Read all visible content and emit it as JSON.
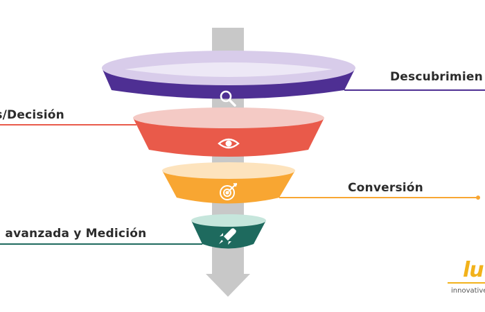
{
  "stages": [
    {
      "label": "Descubrimien",
      "color": "#4e2f93",
      "rim_color": "#d8ccea",
      "icon": "search-icon"
    },
    {
      "label": "rés/Decisión",
      "color": "#e95a4a",
      "rim_color": "#f4cac5",
      "icon": "eye-icon"
    },
    {
      "label": "Conversión",
      "color": "#f8a632",
      "rim_color": "#fde3bd",
      "icon": "target-icon"
    },
    {
      "label": "tica avanzada y Medición",
      "color": "#1e6a5e",
      "rim_color": "#c6e6dc",
      "icon": "rocket-icon"
    }
  ],
  "arrow_color": "#c8c8c8",
  "logo": {
    "mark": "lu",
    "tagline": "innovative",
    "color": "#f2b21b"
  }
}
